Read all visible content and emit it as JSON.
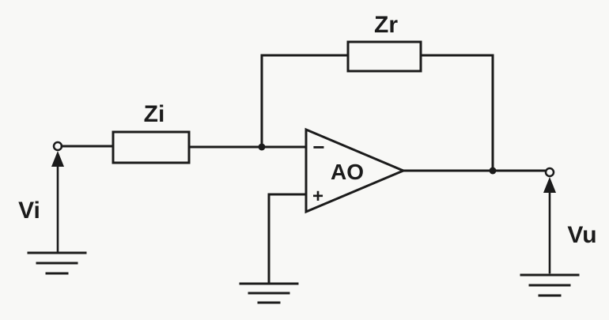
{
  "labels": {
    "feedback_impedance": "Zr",
    "input_impedance": "Zi",
    "amplifier": "AO",
    "inverting_input": "−",
    "noninverting_input": "+",
    "input_voltage": "Vi",
    "output_voltage": "Vu"
  },
  "colors": {
    "ink": "#1b1b1b",
    "paper": "#f8f8f6"
  }
}
